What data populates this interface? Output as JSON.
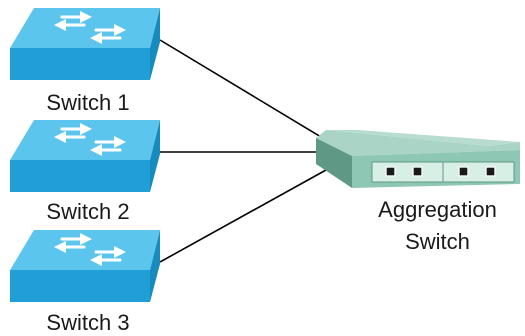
{
  "diagram": {
    "type": "network-topology",
    "access_switches": [
      {
        "label": "Switch 1"
      },
      {
        "label": "Switch 2"
      },
      {
        "label": "Switch 3"
      }
    ],
    "aggregation_switch": {
      "label_line1": "Aggregation",
      "label_line2": "Switch",
      "port_count": 4
    },
    "links": [
      {
        "from": "Switch 1",
        "to": "Aggregation Switch"
      },
      {
        "from": "Switch 2",
        "to": "Aggregation Switch"
      },
      {
        "from": "Switch 3",
        "to": "Aggregation Switch"
      }
    ],
    "colors": {
      "access_switch_top": "#5cc5ee",
      "access_switch_side": "#1f9fd6",
      "aggregation_switch_body": "#8ec7b4",
      "aggregation_switch_front": "#cfe9df",
      "link_line": "#000000",
      "label_text": "#1a1a1a"
    }
  }
}
